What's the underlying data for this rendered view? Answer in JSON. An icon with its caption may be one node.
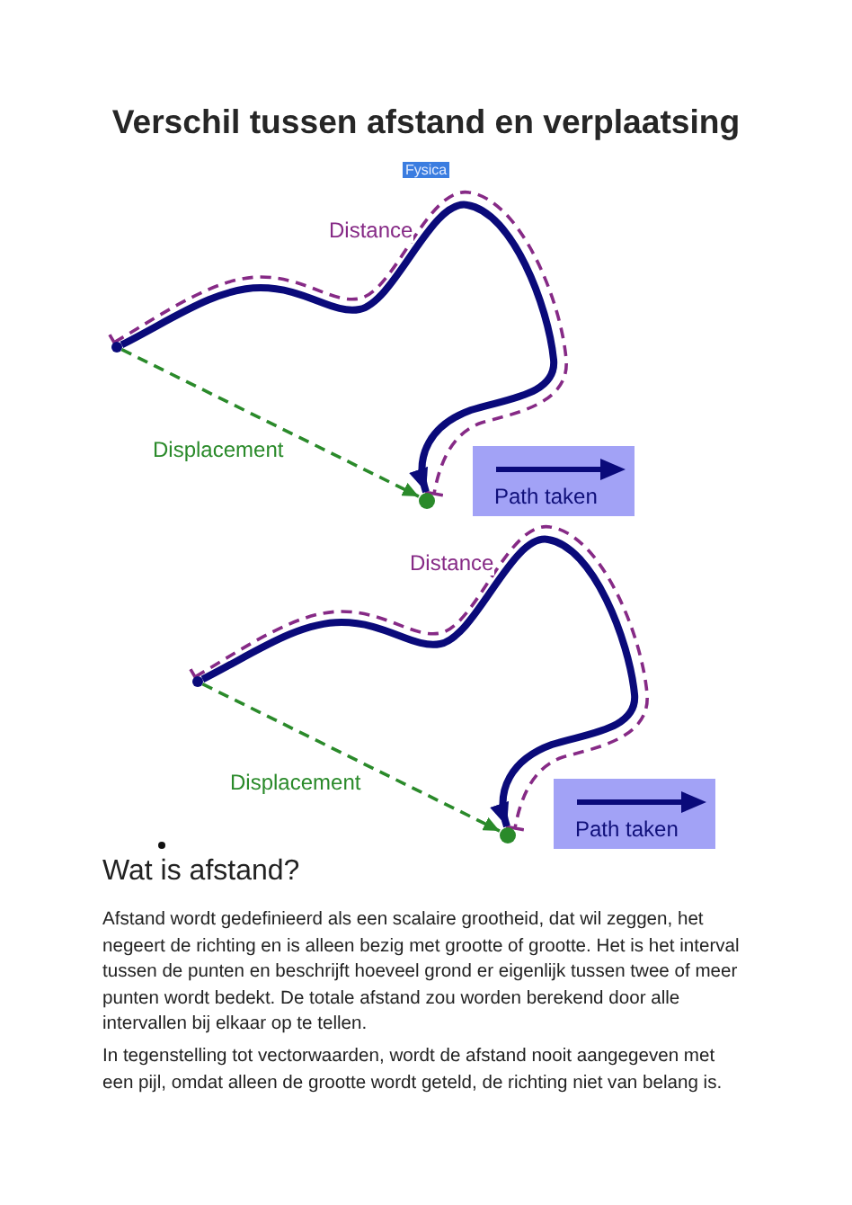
{
  "diagram": {
    "title": "Verschil tussen afstand en verplaatsing",
    "nodes": [
      {
        "text": [],
        "shape": "point"
      },
      {
        "text": [],
        "shape": "point"
      },
      {
        "text": [],
        "shape": "point"
      },
      {
        "text": [],
        "shape": "point"
      }
    ],
    "edges": [
      {
        "from": 0,
        "to": 1,
        "arrow": "to",
        "style": "thick",
        "color": "#0a0a7a"
      },
      {
        "from": 0,
        "to": 1,
        "arrow": "other",
        "style": "dashed",
        "color": "#862a86",
        "label": "Distance"
      },
      {
        "from": 0,
        "to": 1,
        "arrow": "to",
        "style": "dashed",
        "color": "#2a8a2a",
        "label": "Displacement"
      },
      {
        "from": 2,
        "to": 3,
        "arrow": "to",
        "style": "thick",
        "color": "#0a0a7a"
      },
      {
        "from": 2,
        "to": 3,
        "arrow": "other",
        "style": "dashed",
        "color": "#862a86",
        "label": "Distance"
      },
      {
        "from": 2,
        "to": 3,
        "arrow": "to",
        "style": "dashed",
        "color": "#2a8a2a",
        "label": "Displacement"
      }
    ],
    "labels": [
      "Fysica",
      "Wat is afstand?",
      "Afstand wordt gedefinieerd als een scalaire grootheid, dat wil zeggen, het negeert de richting en is alleen bezig met grootte of grootte. Het is het interval tussen de punten en beschrijft hoeveel grond er eigenlijk tussen twee of meer punten wordt bedekt. De totale afstand zou worden berekend door alle intervallen bij elkaar op te tellen.",
      "In tegenstelling tot vectorwaarden, wordt de afstand nooit aangegeven met een pijl, omdat alleen de grootte wordt geteld, de richting niet van belang is."
    ],
    "legend": [
      {
        "text": "Path taken"
      },
      {
        "text": "Path taken"
      }
    ]
  }
}
